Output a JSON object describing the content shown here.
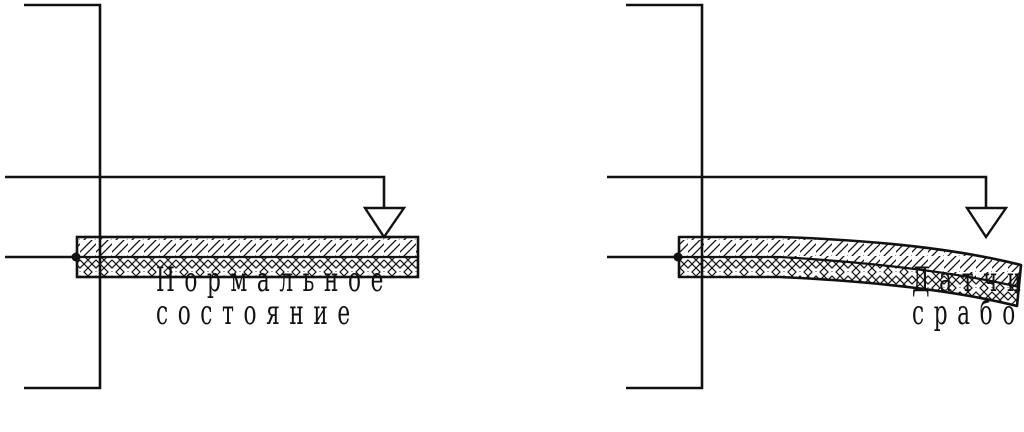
{
  "panels": [
    {
      "state": "normal",
      "caption_line1": "Нормальное",
      "caption_line2": "состояние"
    },
    {
      "state": "triggered",
      "caption_line1": "Датчик",
      "caption_line2": "сработал"
    }
  ],
  "colors": {
    "line": "#111111",
    "background": "#ffffff"
  }
}
